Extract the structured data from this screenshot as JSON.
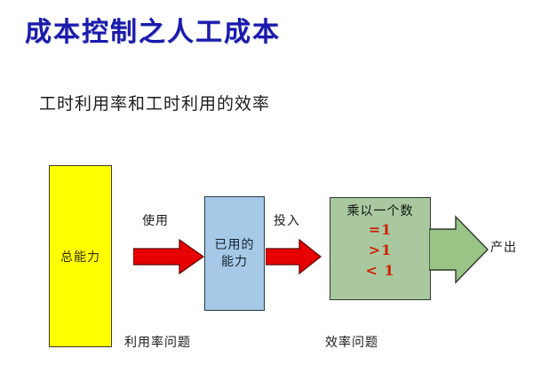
{
  "slide": {
    "title": "成本控制之人工成本",
    "subtitle": "工时利用率和工时利用的效率",
    "title_color": "#1a1aad",
    "background_color": "#ffffff"
  },
  "diagram": {
    "boxes": {
      "total_capacity": {
        "label": "总能力",
        "fill_color": "#ffff00",
        "border_color": "#3d3d1f"
      },
      "used_capacity": {
        "label_line1": "已用的",
        "label_line2": "能力",
        "fill_color": "#a6c9e8",
        "border_color": "#2b3a46"
      },
      "multiplier": {
        "heading": "乘以一个数",
        "values": [
          "=1",
          ">1",
          "< 1"
        ],
        "fill_color": "#a9c8a0",
        "border_color": "#2f3a2c",
        "value_color": "#cc2200"
      }
    },
    "arrows": {
      "use_arrow": {
        "icon": "arrow-right-icon",
        "label": "使用",
        "color": "#e60000"
      },
      "input_arrow": {
        "icon": "arrow-right-icon",
        "label": "投入",
        "color": "#e60000"
      },
      "output_arrow": {
        "icon": "arrow-right-icon",
        "label": "产出",
        "color": "#9ac486"
      }
    },
    "captions": {
      "utilization": "利用率问题",
      "efficiency": "效率问题"
    }
  }
}
